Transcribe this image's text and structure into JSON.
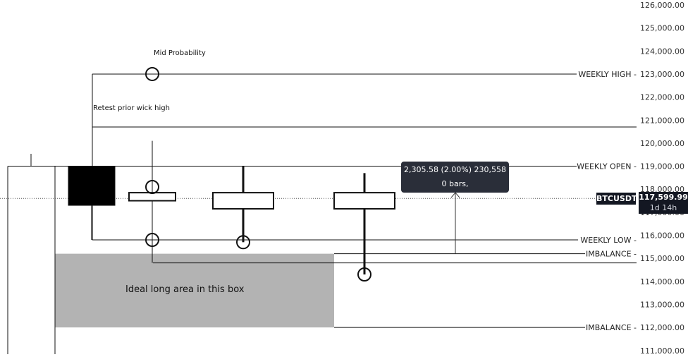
{
  "chart_data": {
    "type": "line",
    "symbol": "BTCUSDT",
    "current_price": "117,599.99",
    "countdown": "1d 14h",
    "y_axis": {
      "ylim": [
        110900,
        126150
      ],
      "ticks": [
        "126,000.00",
        "125,000.00",
        "124,000.00",
        "123,000.00",
        "122,000.00",
        "121,000.00",
        "120,000.00",
        "119,000.00",
        "118,000.00",
        "117,000.00",
        "116,000.00",
        "115,000.00",
        "114,000.00",
        "113,000.00",
        "112,000.00",
        "111,000.00"
      ],
      "tick_values": [
        126000,
        125000,
        124000,
        123000,
        122000,
        121000,
        120000,
        119000,
        118000,
        117000,
        116000,
        115000,
        114000,
        113000,
        112000,
        111000
      ]
    },
    "levels": [
      {
        "label": "WEEKLY HIGH -",
        "price": 123000
      },
      {
        "label": "",
        "price": 120700
      },
      {
        "label": "WEEKLY OPEN -",
        "price": 119000
      },
      {
        "label": "WEEKLY LOW -",
        "price": 115800
      },
      {
        "label": "IMBALANCE -",
        "price": 115200
      },
      {
        "label": "",
        "price": 114800
      },
      {
        "label": "IMBALANCE -",
        "price": 112000
      }
    ],
    "annotations": {
      "mid_probability": "Mid Probability",
      "retest": "Retest prior wick high",
      "box_text": "Ideal long area in this box"
    },
    "long_box": {
      "top": 115200,
      "bottom": 112000
    },
    "measure": {
      "line1": "2,305.58 (2.00%) 230,558",
      "line2": "0 bars,",
      "from": 115200,
      "to": 117850
    },
    "candles": [
      {
        "high": 119000,
        "open": 119000,
        "close": 117300,
        "low": 115800,
        "filled": true
      },
      {
        "high": 120100,
        "open": 117850,
        "close": 117500,
        "low": 114800,
        "filled": false
      },
      {
        "high": 119000,
        "open": 117850,
        "close": 117150,
        "low": 115700,
        "filled": false
      },
      {
        "high": 118700,
        "open": 117850,
        "close": 117150,
        "low": 114300,
        "filled": false
      }
    ],
    "grid": false
  }
}
